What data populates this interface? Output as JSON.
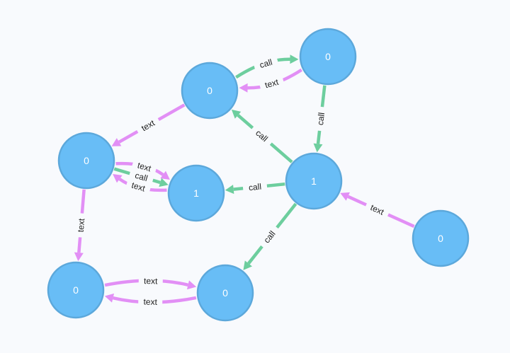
{
  "colors": {
    "background": "#f8fafd",
    "node_fill": "#68bdf6",
    "node_stroke": "#5ca8db",
    "node_text": "#ffffff",
    "edge_text": "#e28ff5",
    "edge_call": "#6dce9e"
  },
  "edge_types": {
    "text": "text",
    "call": "call"
  },
  "nodes": [
    {
      "id": "n1",
      "label": "0"
    },
    {
      "id": "n2",
      "label": "0"
    },
    {
      "id": "n3",
      "label": "0"
    },
    {
      "id": "n4",
      "label": "1"
    },
    {
      "id": "n5",
      "label": "1"
    },
    {
      "id": "n6",
      "label": "0"
    },
    {
      "id": "n7",
      "label": "0"
    },
    {
      "id": "n8",
      "label": "0"
    }
  ],
  "edges": [
    {
      "id": "e1",
      "source": "n2",
      "target": "n1",
      "type": "text",
      "label": "text"
    },
    {
      "id": "e2",
      "source": "n1",
      "target": "n2",
      "type": "call",
      "label": "call"
    },
    {
      "id": "e3",
      "source": "n1",
      "target": "n3",
      "type": "text",
      "label": "text"
    },
    {
      "id": "e4",
      "source": "n2",
      "target": "n5",
      "type": "call",
      "label": "call"
    },
    {
      "id": "e5",
      "source": "n5",
      "target": "n1",
      "type": "call",
      "label": "call"
    },
    {
      "id": "e6",
      "source": "n4",
      "target": "n3",
      "type": "text",
      "label": "text"
    },
    {
      "id": "e7",
      "source": "n3",
      "target": "n4",
      "type": "text",
      "label": "text"
    },
    {
      "id": "e8",
      "source": "n3",
      "target": "n4",
      "type": "call",
      "label": "call"
    },
    {
      "id": "e9",
      "source": "n5",
      "target": "n4",
      "type": "call",
      "label": "call"
    },
    {
      "id": "e10",
      "source": "n3",
      "target": "n6",
      "type": "text",
      "label": "text"
    },
    {
      "id": "e11",
      "source": "n5",
      "target": "n7",
      "type": "call",
      "label": "call"
    },
    {
      "id": "e12",
      "source": "n8",
      "target": "n5",
      "type": "text",
      "label": "text"
    },
    {
      "id": "e13",
      "source": "n7",
      "target": "n6",
      "type": "text",
      "label": "text"
    },
    {
      "id": "e14",
      "source": "n6",
      "target": "n7",
      "type": "text",
      "label": "text"
    }
  ]
}
